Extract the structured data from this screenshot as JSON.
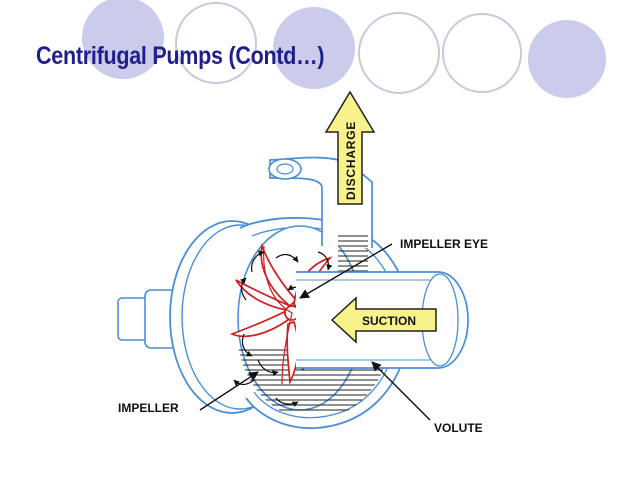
{
  "slide": {
    "title": "Centrifugal Pumps (Contd…)"
  },
  "diagram": {
    "labels": {
      "discharge": "DISCHARGE",
      "impeller_eye": "IMPELLER EYE",
      "suction": "SUCTION",
      "impeller": "IMPELLER",
      "volute": "VOLUTE"
    }
  },
  "colors": {
    "title": "#1f1f8c",
    "circle_fill": "#cbcbeb",
    "circle_outline": "#c9c9de",
    "casing_line": "#4a8fd4",
    "casing_fill": "#ffffff",
    "arrow_fill": "#f7f28a",
    "impeller": "#d21e1e",
    "ink": "#111111"
  }
}
